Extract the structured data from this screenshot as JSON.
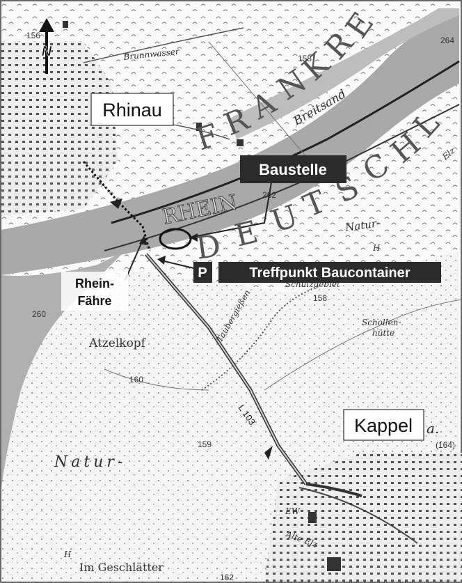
{
  "places": {
    "rhinau": "Rhinau",
    "kappel": "Kappel"
  },
  "callouts": {
    "baustelle": "Baustelle",
    "p": "P",
    "treffpunkt": "Treffpunkt Baucontainer",
    "ferry_line1": "Rhein-",
    "ferry_line2": "Fähre"
  },
  "compass": {
    "north": "N"
  },
  "map_labels": {
    "rhein": "RHEIN",
    "frankreich": [
      "F",
      "R",
      "A",
      "N",
      "K",
      "R",
      "E"
    ],
    "deutschland": [
      "D",
      "E",
      "U",
      "T",
      "S",
      "C",
      "H",
      "L"
    ],
    "brunnwasser": "Brunnwasser",
    "breitsand": "Breitsand",
    "elz": "Elz",
    "natur_top": "Natur-",
    "schulzgebiet": "Schulzgebiet",
    "schollenhutte_1": "Schollen-",
    "schollenhutte_2": "hütte",
    "atzelkopf": "Atzelkopf",
    "taubergiessen": "Taubergießen",
    "natur_bottom": "Natur-",
    "im_geschlatter": "Im Geschlätter",
    "ew": "EW",
    "alte_elz": "Alte Elz",
    "road": "L 103",
    "a_suffix": "a.",
    "h1": "H",
    "h2": "H"
  },
  "elevations": {
    "e156": "156",
    "e158_top": "158",
    "e264": "264",
    "e262": "262",
    "e260": "260",
    "e158_mid": "158",
    "e160": "160",
    "e159": "159",
    "e164": "(164)",
    "e162": "162"
  },
  "colors": {
    "water": "#a9a9a9",
    "land": "#ffffff",
    "forest": "#ececec",
    "label_dark": "#2b2b2b",
    "road": "#555555"
  }
}
